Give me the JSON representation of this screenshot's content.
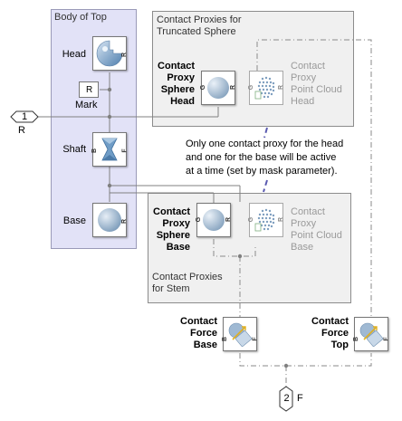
{
  "areas": {
    "body_of_top": "Body of Top",
    "truncated_sphere": "Contact Proxies for\nTruncated Sphere",
    "stem": "Contact Proxies\nfor Stem"
  },
  "blocks": {
    "head": "Head",
    "mark": "Mark",
    "mark_port": "R",
    "shaft": "Shaft",
    "base": "Base",
    "proxy_sphere_head": "Contact\nProxy\nSphere\nHead",
    "proxy_cloud_head": "Contact\nProxy\nPoint Cloud\nHead",
    "proxy_sphere_base": "Contact\nProxy\nSphere\nBase",
    "proxy_cloud_base": "Contact\nProxy\nPoint Cloud\nBase",
    "force_base": "Contact\nForce\nBase",
    "force_top": "Contact\nForce\nTop"
  },
  "ports": {
    "in_number": "1",
    "in_label": "R",
    "out_number": "2",
    "out_label": "F"
  },
  "port_letters": {
    "r": "R",
    "b": "B",
    "f": "F",
    "g": "G"
  },
  "annotation": "Only one contact proxy for the head\nand one for the base will be active\nat a time (set by mask parameter).",
  "colors": {
    "body_area": "#e2e2f7",
    "proxy_area": "#f0f0f0",
    "note_line": "#5a5ab0"
  }
}
